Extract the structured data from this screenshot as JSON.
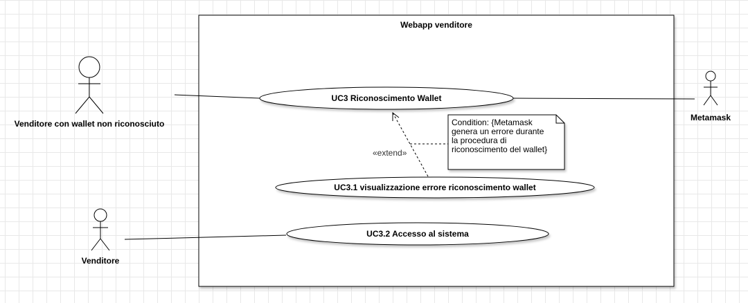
{
  "system": {
    "title": "Webapp venditore"
  },
  "actors": {
    "main": "Venditore con wallet non riconosciuto",
    "metamask": "Metamask",
    "venditore": "Venditore"
  },
  "use_cases": {
    "uc3": "UC3 Riconoscimento Wallet",
    "uc3_1": "UC3.1 visualizzazione errore riconoscimento wallet",
    "uc3_2": "UC3.2 Accesso al sistema"
  },
  "extend": {
    "label": "«extend»"
  },
  "note": {
    "lines": [
      "Condition: {Metamask",
      "genera un errore durante",
      "la procedura di",
      "riconoscimento del wallet}"
    ]
  }
}
